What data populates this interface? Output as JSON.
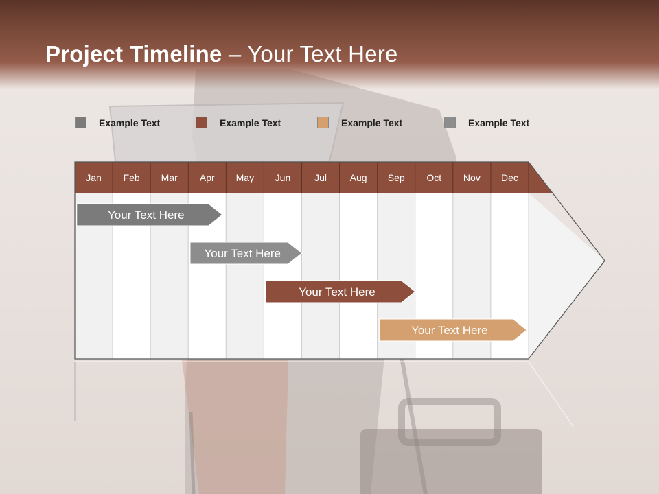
{
  "title": {
    "bold": "Project Timeline",
    "rest": " – Your Text Here"
  },
  "legend": [
    {
      "label": "Example Text",
      "color": "#7b7b7b"
    },
    {
      "label": "Example Text",
      "color": "#8e4e3c"
    },
    {
      "label": "Example Text",
      "color": "#d4a06f"
    },
    {
      "label": "Example Text",
      "color": "#8d8d8d"
    }
  ],
  "months": [
    "Jan",
    "Feb",
    "Mar",
    "Apr",
    "May",
    "Jun",
    "Jul",
    "Aug",
    "Sep",
    "Oct",
    "Nov",
    "Dec"
  ],
  "header_color": "#8e4e3c",
  "tasks": [
    {
      "label": "Your  Text Here",
      "color": "#7b7b7b",
      "start": 0.05,
      "end": 3.9
    },
    {
      "label": "Your  Text Here",
      "color": "#8d8d8d",
      "start": 3.05,
      "end": 6.0
    },
    {
      "label": "Your  Text Here",
      "color": "#8e4e3c",
      "start": 5.05,
      "end": 9.0
    },
    {
      "label": "Your  Text Here",
      "color": "#d4a06f",
      "start": 8.05,
      "end": 11.95
    }
  ]
}
